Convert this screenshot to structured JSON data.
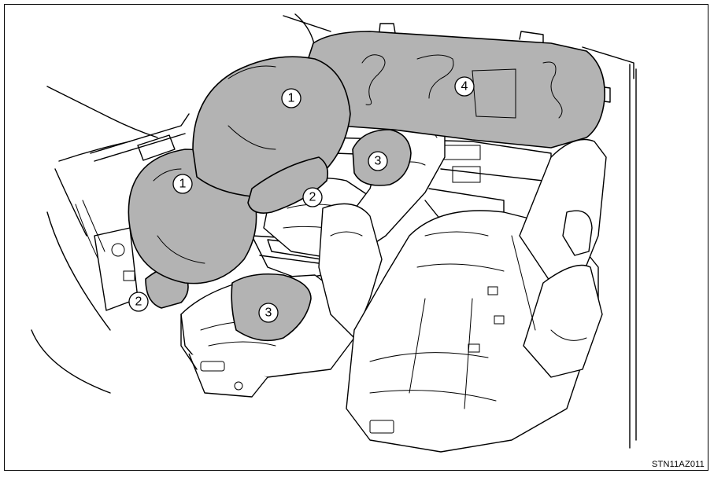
{
  "callouts": [
    {
      "label": "1"
    },
    {
      "label": "1"
    },
    {
      "label": "2"
    },
    {
      "label": "2"
    },
    {
      "label": "3"
    },
    {
      "label": "3"
    },
    {
      "label": "4"
    }
  ],
  "figure_code": "STN11AZ011",
  "colors": {
    "airbag_fill": "#b3b3b3",
    "outline": "#000000",
    "background": "#ffffff"
  }
}
